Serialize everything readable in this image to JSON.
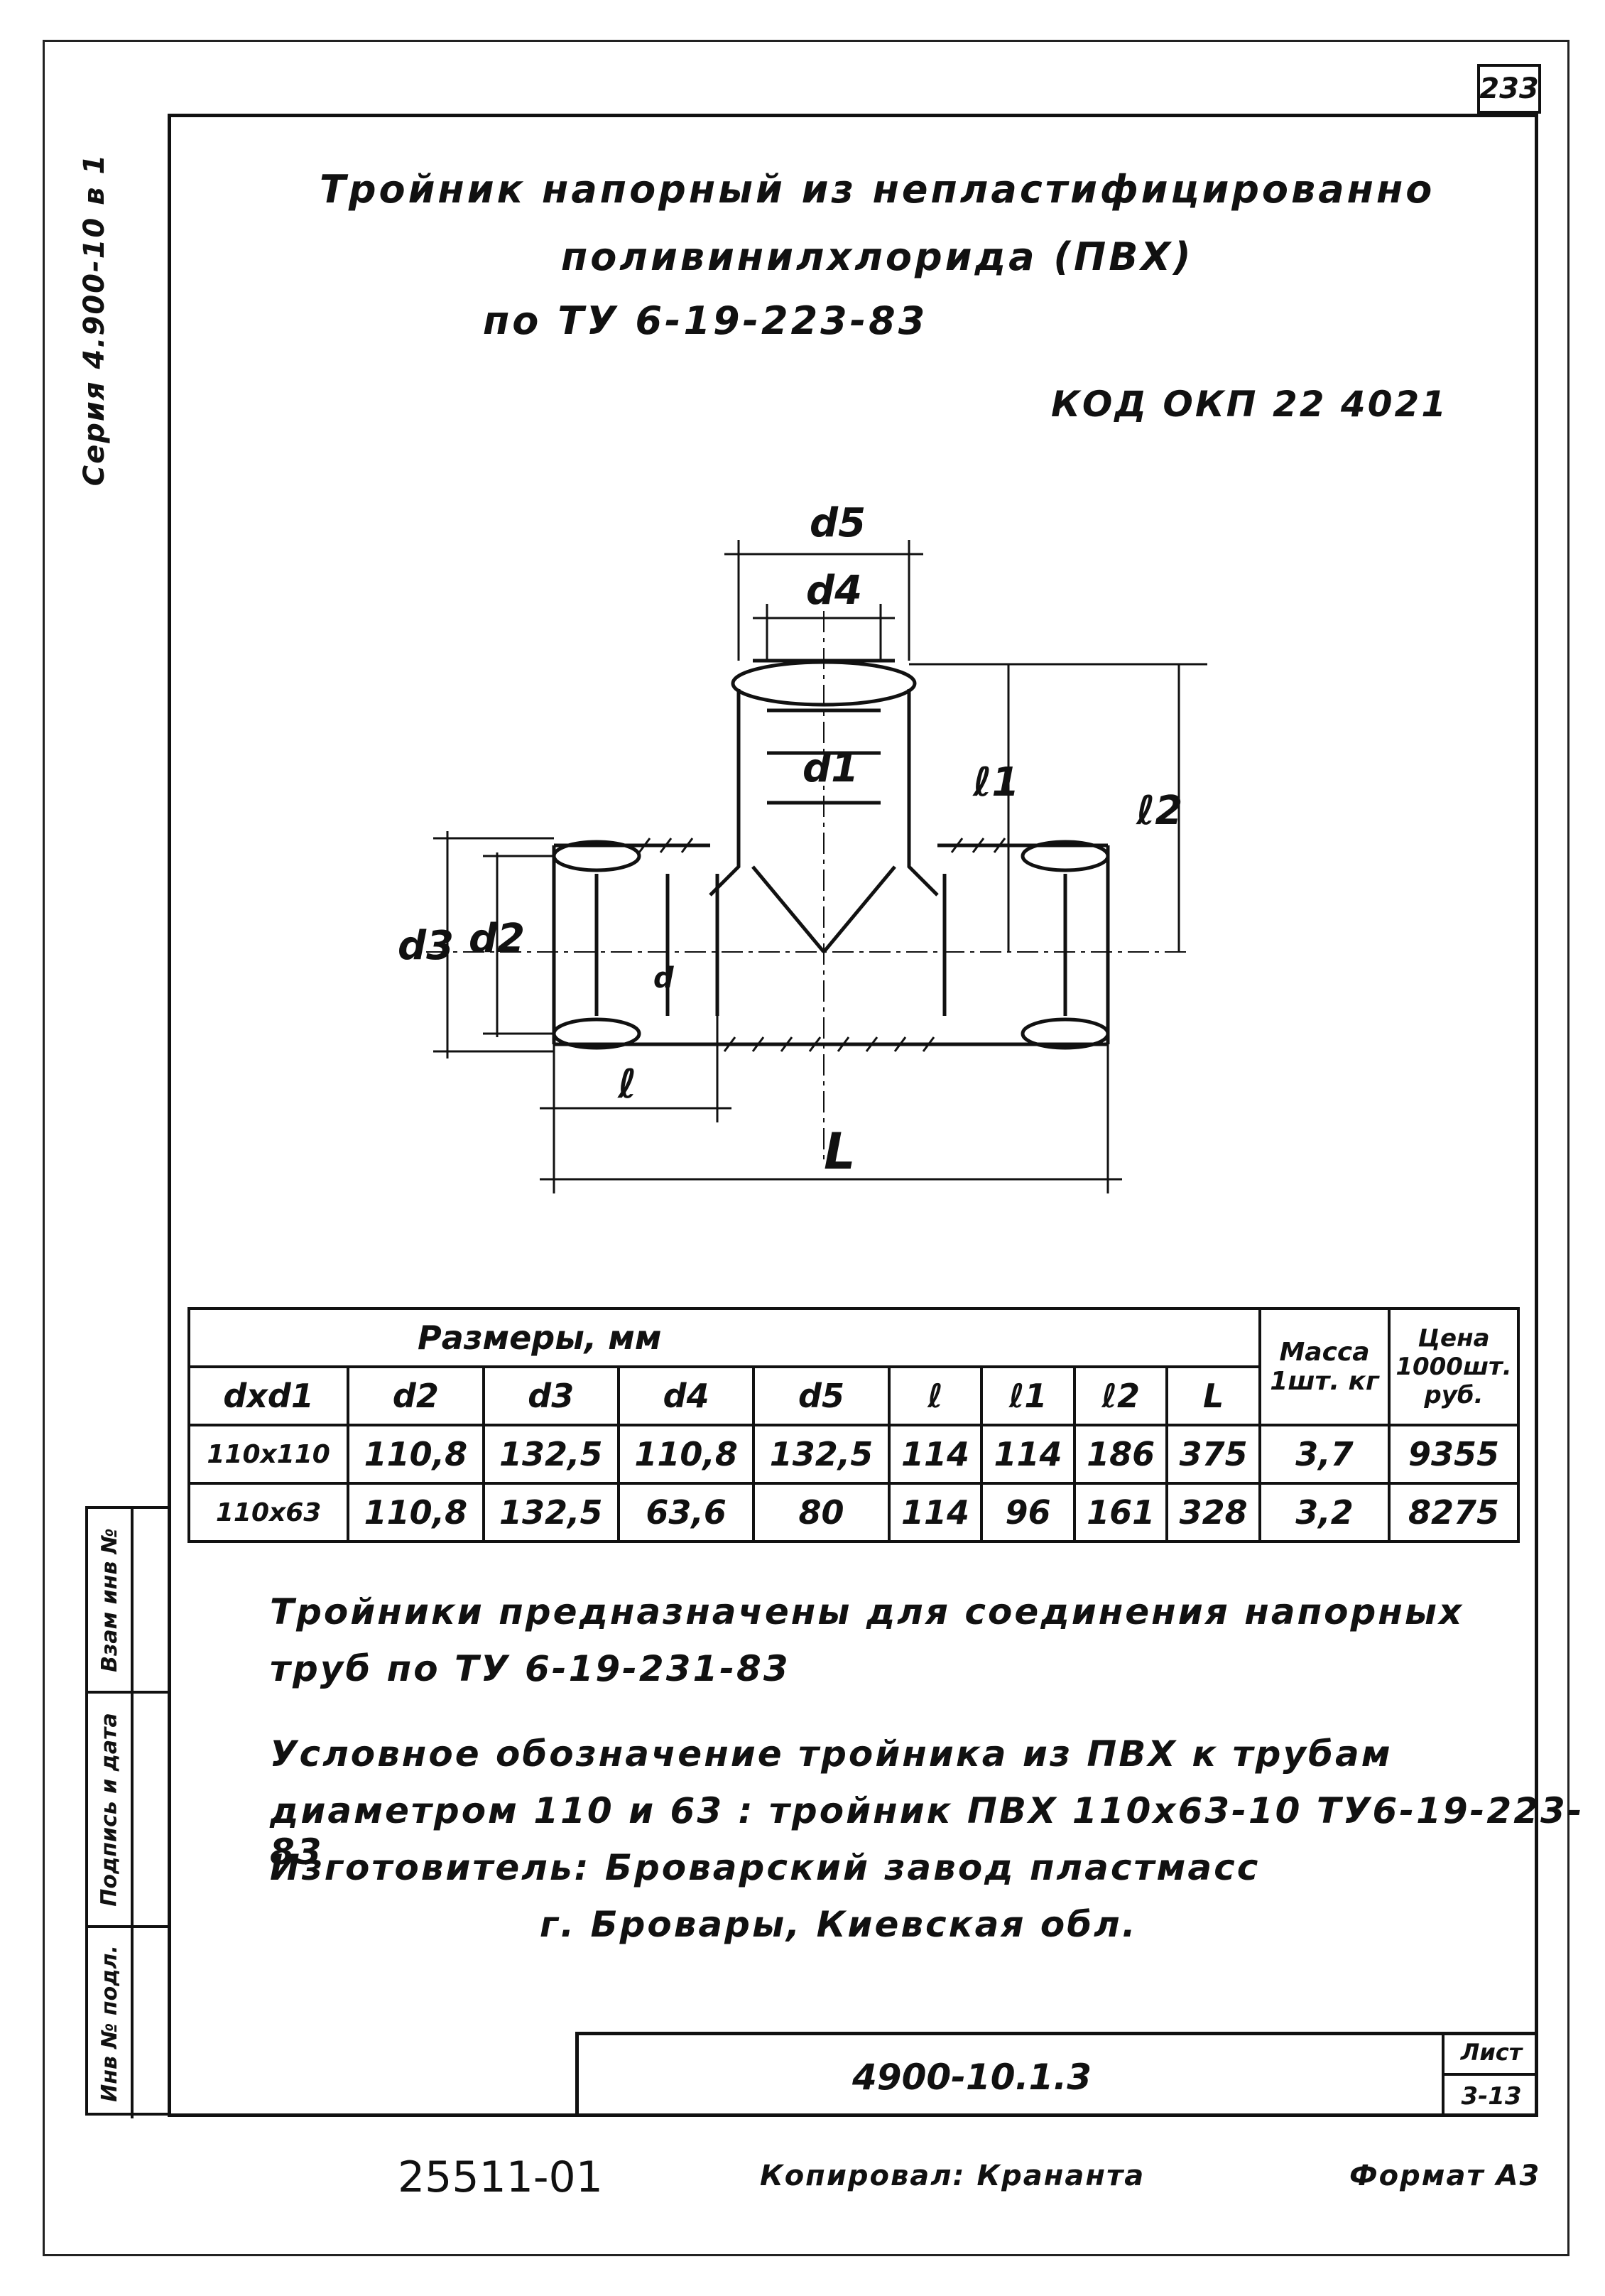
{
  "sheet_number": "233",
  "series": "Серия 4.900-10 в 1",
  "title": {
    "line1": "Тройник напорный из непластифицированно",
    "line2": "поливинилхлорида (ПВХ)",
    "line3": "по ТУ 6-19-223-83"
  },
  "okp_code": "КОД ОКП 22 4021",
  "drawing_labels": {
    "d5": "d5",
    "d4": "d4",
    "d1": "d1",
    "l1": "ℓ1",
    "l2": "ℓ2",
    "d3": "d3",
    "d2": "d2",
    "d": "d",
    "l": "ℓ",
    "L": "L"
  },
  "table": {
    "group_header": "Размеры, мм",
    "mass_header": "Масса 1шт. кг",
    "price_header": "Цена 1000шт. руб.",
    "columns": [
      "dxd1",
      "d2",
      "d3",
      "d4",
      "d5",
      "ℓ",
      "ℓ1",
      "ℓ2",
      "L"
    ],
    "rows": [
      [
        "110x110",
        "110,8",
        "132,5",
        "110,8",
        "132,5",
        "114",
        "114",
        "186",
        "375",
        "3,7",
        "9355"
      ],
      [
        "110x63",
        "110,8",
        "132,5",
        "63,6",
        "80",
        "114",
        "96",
        "161",
        "328",
        "3,2",
        "8275"
      ]
    ]
  },
  "paragraphs": {
    "purpose_1": "Тройники предназначены для соединения напорных",
    "purpose_2": "труб по ТУ 6-19-231-83",
    "designation_1": "Условное обозначение тройника из ПВХ к трубам",
    "designation_2": "диаметром 110 и 63 : тройник ПВХ 110x63-10 ТУ6-19-223-83",
    "maker_1": "Изготовитель: Броварский завод пластмасс",
    "maker_2": "г. Бровары, Киевская обл."
  },
  "sidebar": {
    "cell1": "Инв № подл.",
    "cell2": "Подпись и дата",
    "cell3": "Взам инв №"
  },
  "stamp": {
    "code": "4900-10.1.3",
    "sheet_label": "Лист",
    "sheet_value": "3-13"
  },
  "footer": {
    "number": "25511-01",
    "copied": "Копировал: Крананта",
    "format": "Формат А3"
  }
}
